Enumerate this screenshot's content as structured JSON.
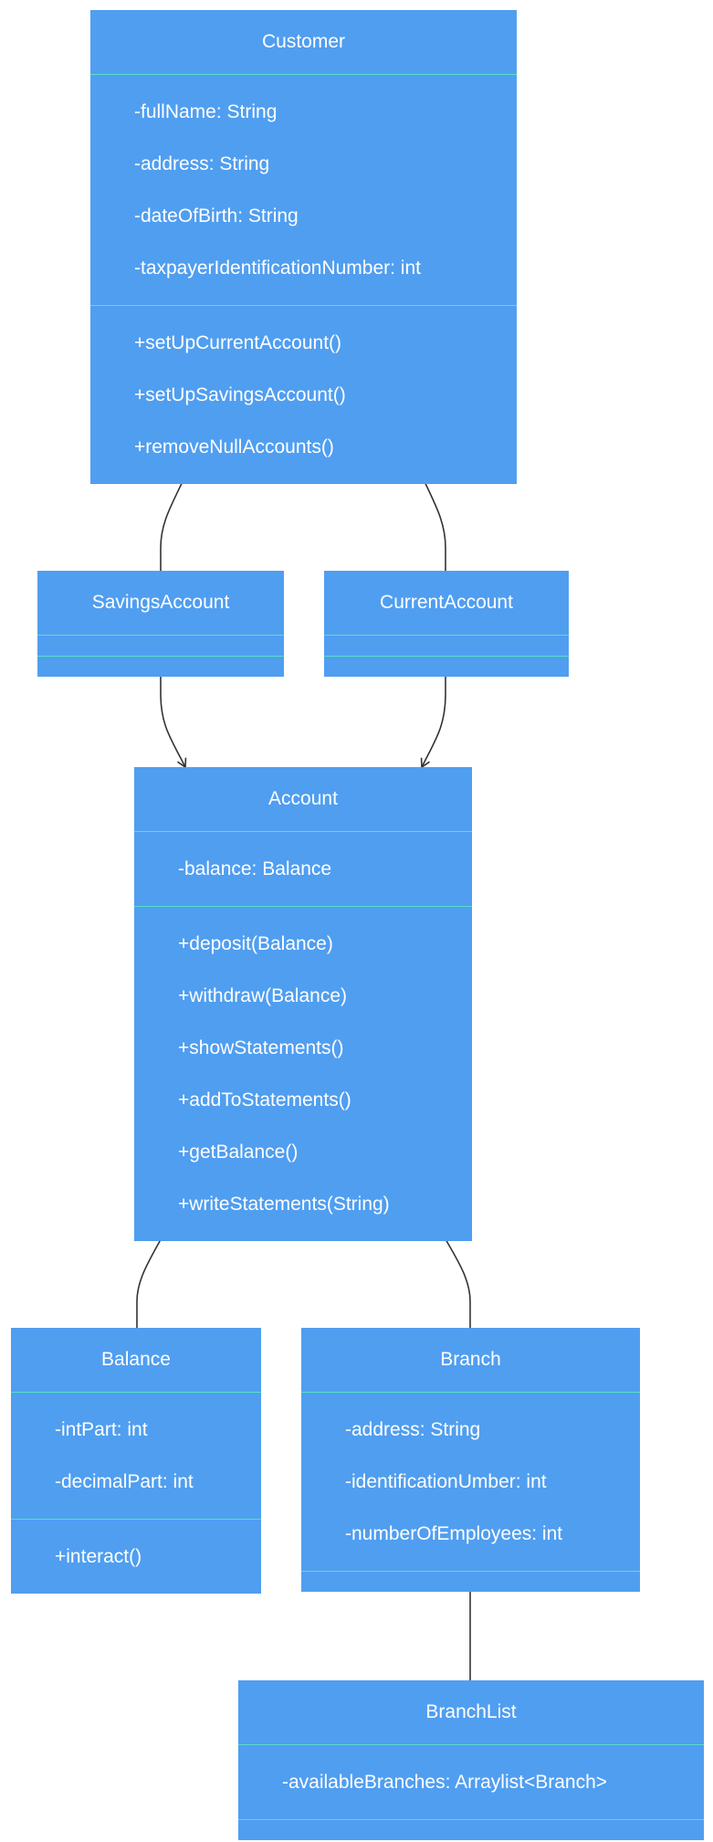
{
  "diagram": {
    "classes": [
      {
        "id": "customer",
        "name": "Customer",
        "attributes": [
          "-fullName: String",
          "-address: String",
          "-dateOfBirth: String",
          "-taxpayerIdentificationNumber: int"
        ],
        "operations": [
          "+setUpCurrentAccount()",
          "+setUpSavingsAccount()",
          "+removeNullAccounts()"
        ]
      },
      {
        "id": "savings-account",
        "name": "SavingsAccount",
        "attributes": [],
        "operations": []
      },
      {
        "id": "current-account",
        "name": "CurrentAccount",
        "attributes": [],
        "operations": []
      },
      {
        "id": "account",
        "name": "Account",
        "attributes": [
          "-balance: Balance"
        ],
        "operations": [
          "+deposit(Balance)",
          "+withdraw(Balance)",
          "+showStatements()",
          "+addToStatements()",
          "+getBalance()",
          "+writeStatements(String)"
        ]
      },
      {
        "id": "balance",
        "name": "Balance",
        "attributes": [
          "-intPart: int",
          "-decimalPart: int"
        ],
        "operations": [
          "+interact()"
        ]
      },
      {
        "id": "branch",
        "name": "Branch",
        "attributes": [
          "-address: String",
          "-identificationUmber: int",
          "-numberOfEmployees: int"
        ],
        "operations": []
      },
      {
        "id": "branch-list",
        "name": "BranchList",
        "attributes": [
          "-availableBranches: Arraylist<Branch>"
        ],
        "operations": []
      }
    ],
    "relations": [
      {
        "from": "customer",
        "to": "savings-account",
        "type": "association"
      },
      {
        "from": "customer",
        "to": "current-account",
        "type": "association"
      },
      {
        "from": "savings-account",
        "to": "account",
        "type": "inheritance"
      },
      {
        "from": "current-account",
        "to": "account",
        "type": "inheritance"
      },
      {
        "from": "account",
        "to": "balance",
        "type": "association"
      },
      {
        "from": "account",
        "to": "branch",
        "type": "association"
      },
      {
        "from": "branch",
        "to": "branch-list",
        "type": "association"
      }
    ],
    "colors": {
      "class_fill": "#509ef0",
      "divider": "#58dfc8",
      "text": "#ffffff",
      "edge": "#333333"
    }
  }
}
